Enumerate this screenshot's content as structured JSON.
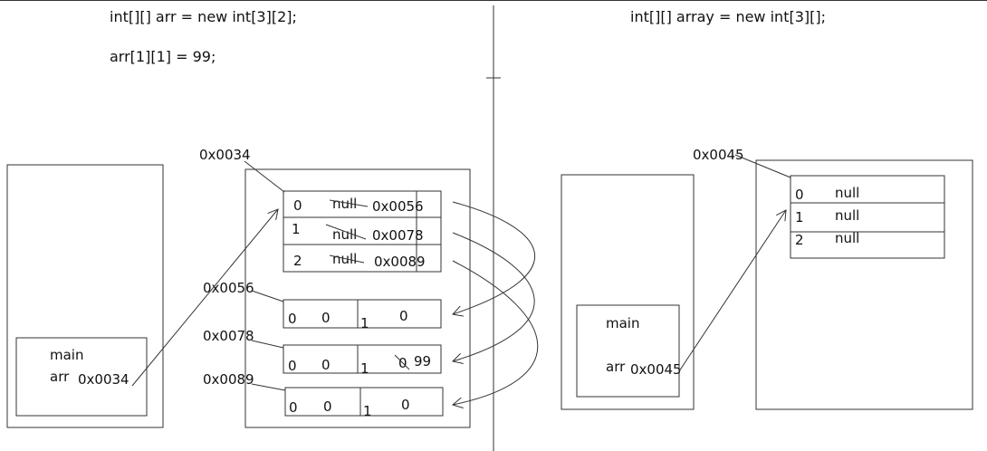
{
  "left": {
    "code_line1": "int[][] arr = new int[3][2];",
    "code_line2": "arr[1][1] = 99;",
    "heap_addr": "0x0034",
    "stack": {
      "frame_label": "main",
      "var_name": "arr",
      "var_value": "0x0034"
    },
    "outer_rows": [
      {
        "index": "0",
        "old": "null",
        "ref": "0x0056"
      },
      {
        "index": "1",
        "old": "null",
        "ref": "0x0078"
      },
      {
        "index": "2",
        "old": "null",
        "ref": "0x0089"
      }
    ],
    "inner_arrays": [
      {
        "addr": "0x0056",
        "i0": "0",
        "v0": "0",
        "i1": "1",
        "v1": "0",
        "old1": ""
      },
      {
        "addr": "0x0078",
        "i0": "0",
        "v0": "0",
        "i1": "1",
        "v1": "99",
        "old1": "0"
      },
      {
        "addr": "0x0089",
        "i0": "0",
        "v0": "0",
        "i1": "1",
        "v1": "0",
        "old1": ""
      }
    ]
  },
  "right": {
    "code_line1": "int[][] array = new int[3][];",
    "heap_addr": "0x0045",
    "stack": {
      "frame_label": "main",
      "var_name": "arr",
      "var_value": "0x0045"
    },
    "outer_rows": [
      {
        "index": "0",
        "value": "null"
      },
      {
        "index": "1",
        "value": "null"
      },
      {
        "index": "2",
        "value": "null"
      }
    ]
  }
}
